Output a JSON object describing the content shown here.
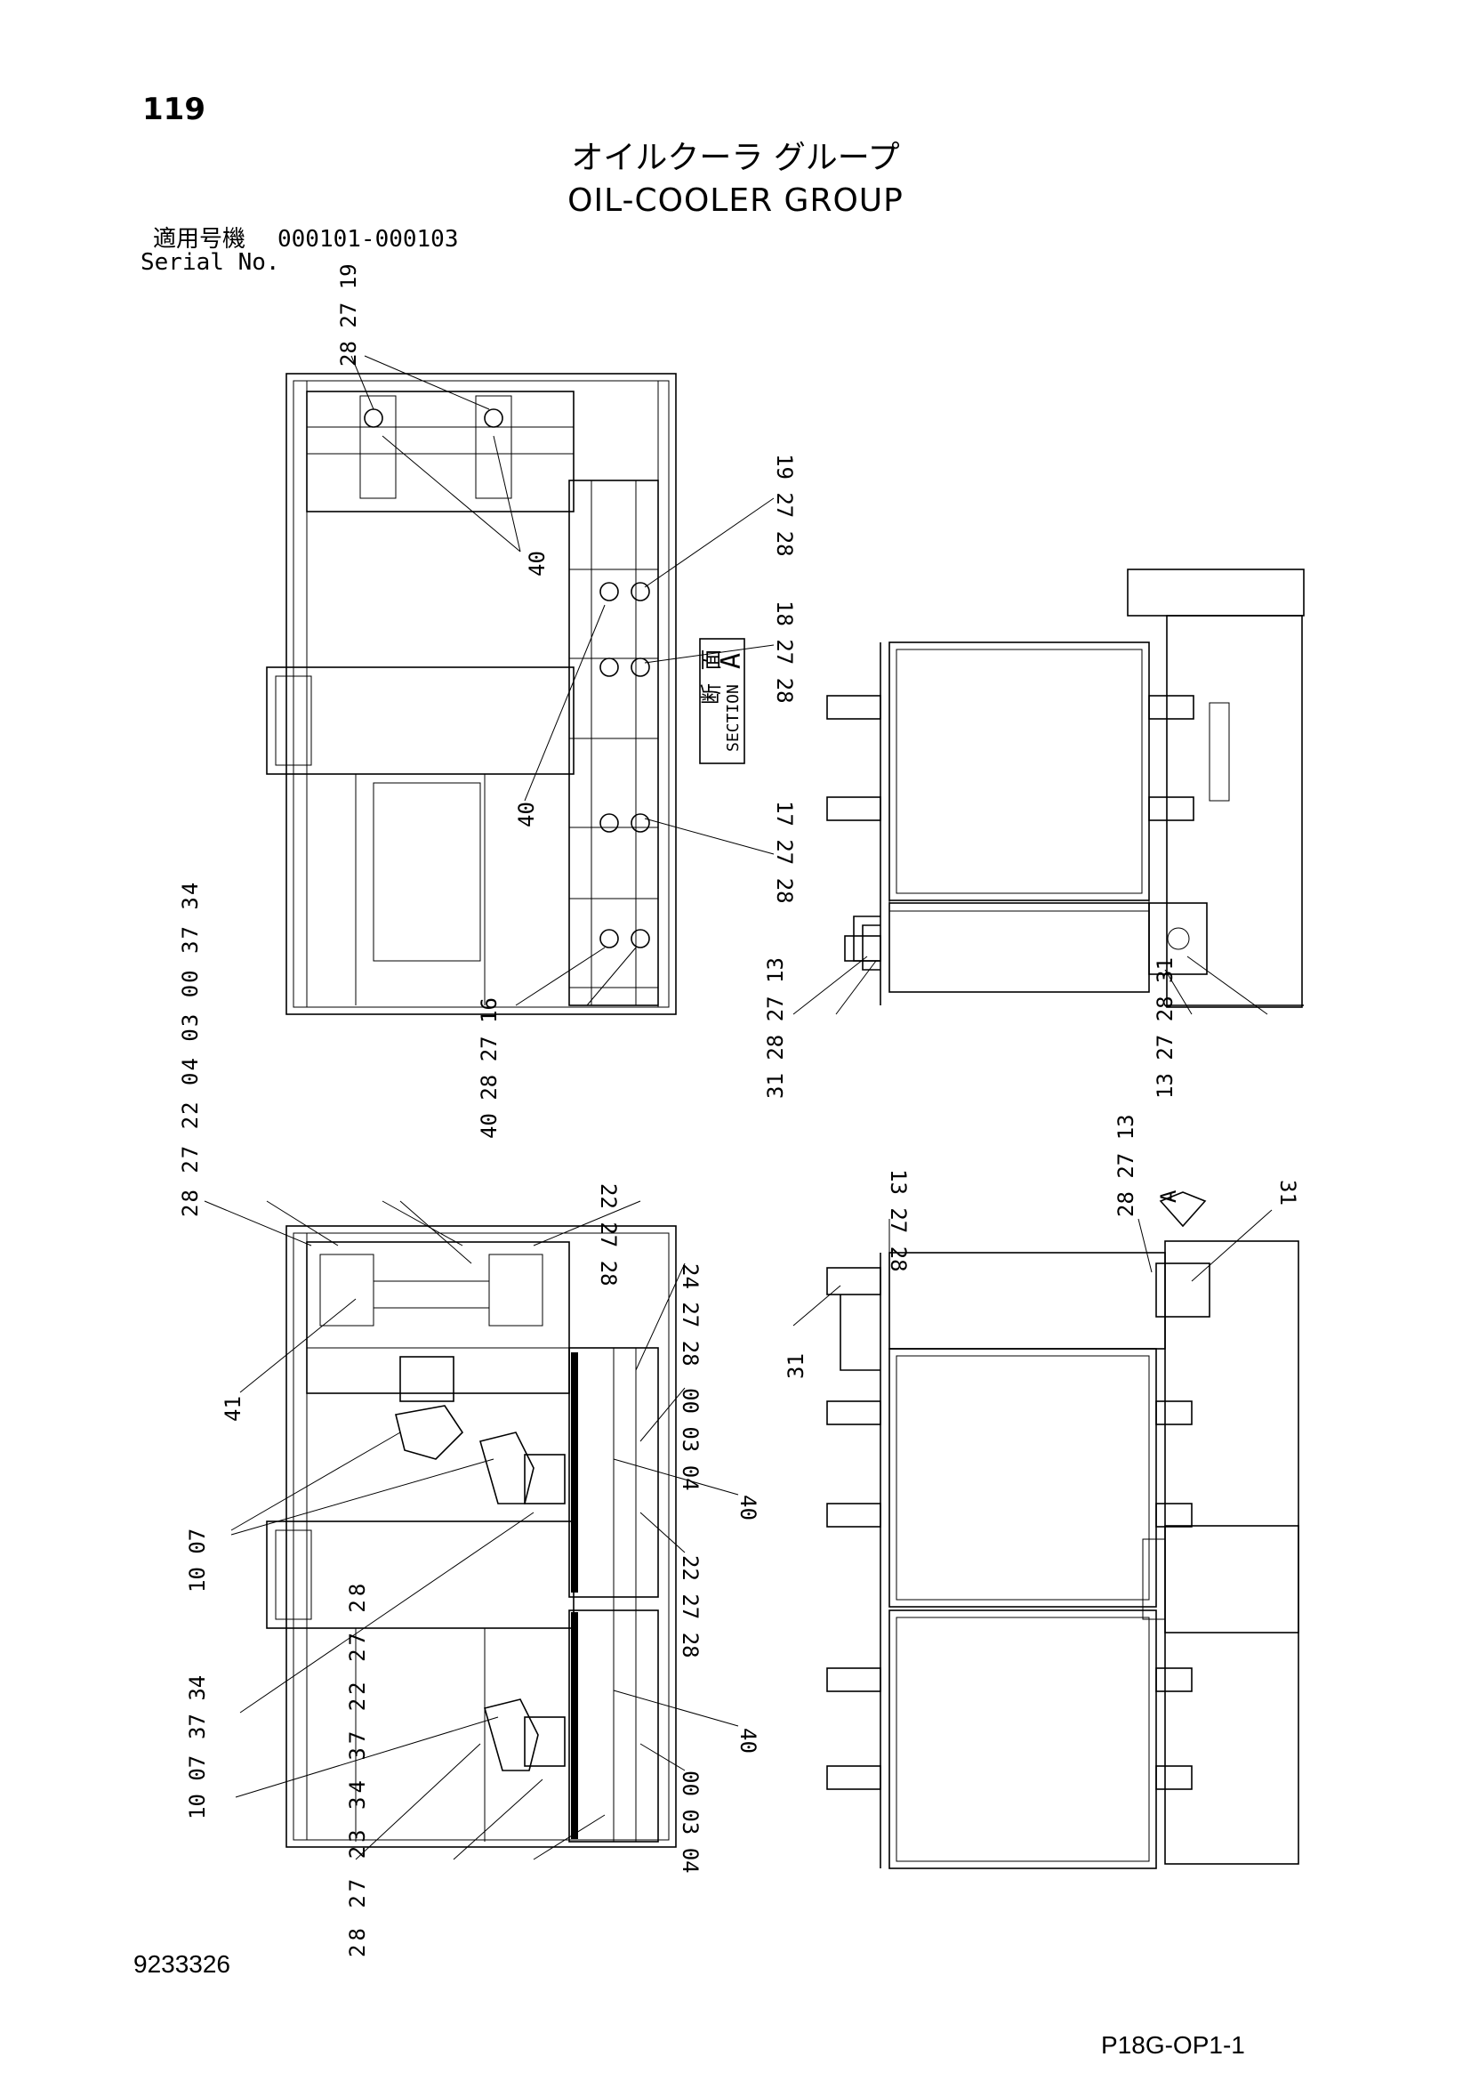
{
  "header": {
    "page_number": "119",
    "title_jp": "オイルクーラ グループ",
    "title_en": "OIL-COOLER GROUP",
    "serial_label_jp": "適用号機",
    "serial_range": "000101-000103",
    "serial_label_en": "Serial No."
  },
  "footer": {
    "drawing_number": "9233326",
    "page_code": "P18G-OP1-1"
  },
  "section_tag": {
    "jp": "断 面",
    "en": "SECTION",
    "letter": "A"
  },
  "arrow_marker_letter": "A",
  "callouts": {
    "tl_top": "28 27 19",
    "tl_40a": "40",
    "tl_r1": "19 27 28",
    "tl_r2": "18 27 28",
    "tl_40b": "40",
    "tl_r3": "17 27 28",
    "tl_bottom": "40 28 27 16",
    "tr_left": "31 28 27 13",
    "tr_right": "13 27 28 31",
    "bl_top": "28 27 22 04 03 00 37 34",
    "bl_top_right": "22 27 28",
    "bl_41": "41",
    "bl_r1": "24 27 28",
    "bl_r2": "00 03 04",
    "bl_40a": "40",
    "bl_l1": "10 07",
    "bl_r3": "22 27 28",
    "bl_l2": "37 34",
    "bl_40b": "40",
    "bl_r4": "00 03 04",
    "bl_l3": "10 07",
    "bl_bottom": "28 27 23 34 37 22 27 28",
    "br_top_left": "13 27 28",
    "br_top_mid": "28 27 13",
    "br_top_right": "31",
    "br_left": "31"
  }
}
